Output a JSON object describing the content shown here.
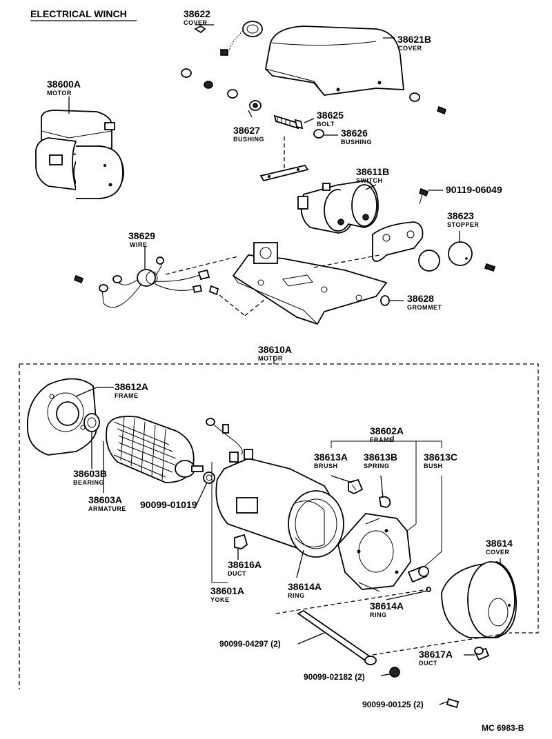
{
  "title": "ELECTRICAL WINCH",
  "reference": "MC 6983-B",
  "labels": [
    {
      "id": "38622",
      "number": "38622",
      "name": "COVER"
    },
    {
      "id": "38621B",
      "number": "38621B",
      "name": "COVER"
    },
    {
      "id": "38600A",
      "number": "38600A",
      "name": "MOTOR"
    },
    {
      "id": "38625",
      "number": "38625",
      "name": "BOLT"
    },
    {
      "id": "38627",
      "number": "38627",
      "name": "BUSHING"
    },
    {
      "id": "38626",
      "number": "38626",
      "name": "BUSHING"
    },
    {
      "id": "38611B",
      "number": "38611B",
      "name": "SWITCH"
    },
    {
      "id": "90119-06049",
      "number": "90119-06049",
      "name": ""
    },
    {
      "id": "38623",
      "number": "38623",
      "name": "STOPPER"
    },
    {
      "id": "38629",
      "number": "38629",
      "name": "WIRE"
    },
    {
      "id": "38628",
      "number": "38628",
      "name": "GROMMET"
    },
    {
      "id": "38610A",
      "number": "38610A",
      "name": "MOTOR"
    },
    {
      "id": "38612A",
      "number": "38612A",
      "name": "FRAME"
    },
    {
      "id": "38602A",
      "number": "38602A",
      "name": "FRAME"
    },
    {
      "id": "38613A",
      "number": "38613A",
      "name": "BRUSH"
    },
    {
      "id": "38613B",
      "number": "38613B",
      "name": "SPRING"
    },
    {
      "id": "38613C",
      "number": "38613C",
      "name": "BUSH"
    },
    {
      "id": "38603B",
      "number": "38603B",
      "name": "BEARING"
    },
    {
      "id": "38603A",
      "number": "38603A",
      "name": "ARMATURE"
    },
    {
      "id": "90099-01019",
      "number": "90099-01019",
      "name": ""
    },
    {
      "id": "38614",
      "number": "38614",
      "name": "COVER"
    },
    {
      "id": "38616A",
      "number": "38616A",
      "name": "DUCT"
    },
    {
      "id": "38601A",
      "number": "38601A",
      "name": "YOKE"
    },
    {
      "id": "38614A-1",
      "number": "38614A",
      "name": "RING"
    },
    {
      "id": "38614A-2",
      "number": "38614A",
      "name": "RING"
    },
    {
      "id": "90099-04297",
      "number": "90099-04297 (2)",
      "name": ""
    },
    {
      "id": "38617A",
      "number": "38617A",
      "name": "DUCT"
    },
    {
      "id": "90099-02182",
      "number": "90099-02182 (2)",
      "name": ""
    },
    {
      "id": "90099-00125",
      "number": "90099-00125 (2)",
      "name": ""
    }
  ]
}
